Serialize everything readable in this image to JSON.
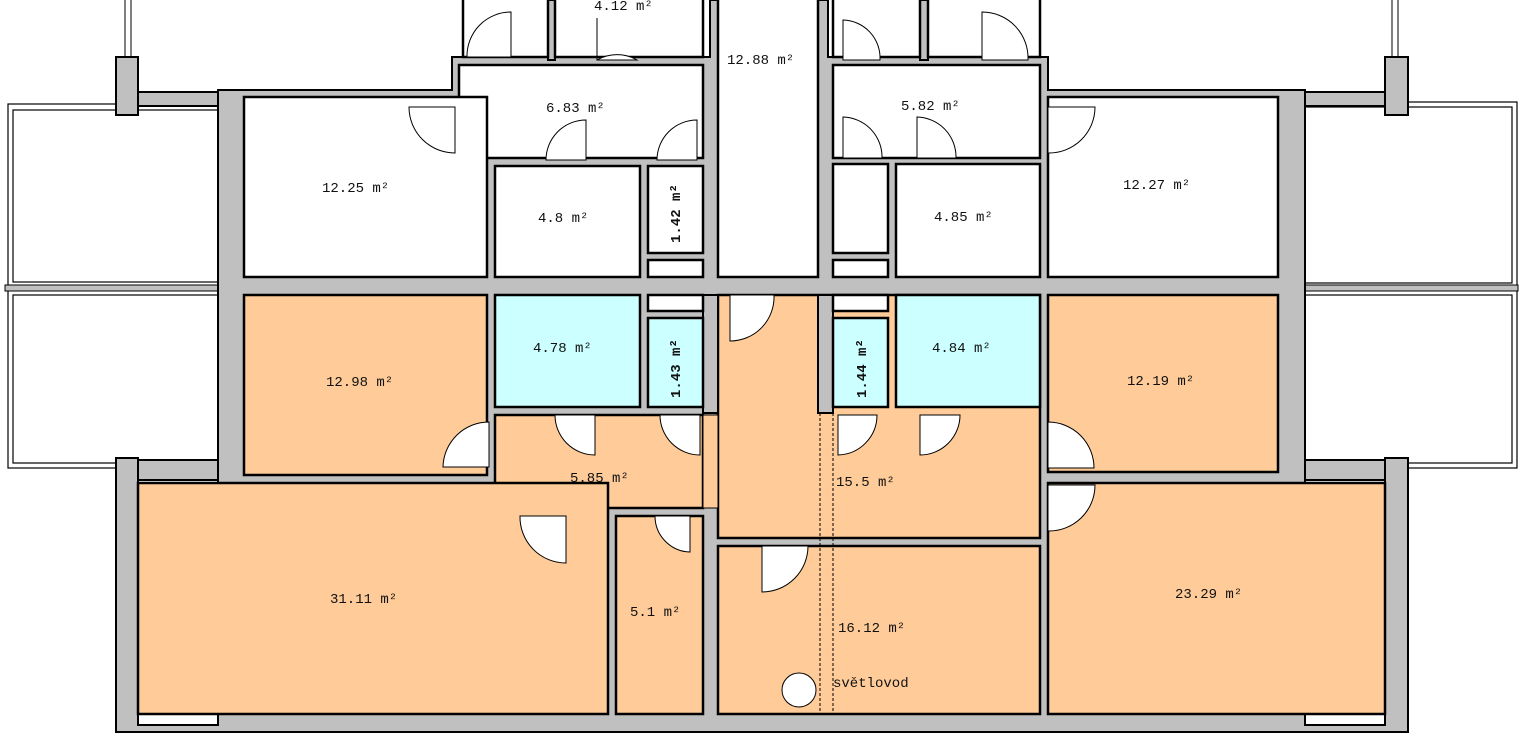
{
  "colors": {
    "wall": "#c0c0c0",
    "room_plain": "#ffffff",
    "room_orange": "#ffcc99",
    "room_cyan": "#ccffff"
  },
  "rooms": {
    "r_4_12": "4.12 m²",
    "r_12_88": "12.88 m²",
    "r_6_83": "6.83 m²",
    "r_5_82": "5.82 m²",
    "r_12_25": "12.25 m²",
    "r_4_8": "4.8 m²",
    "r_1_42": "1.42 m²",
    "r_4_85": "4.85 m²",
    "r_12_27": "12.27 m²",
    "r_12_98": "12.98 m²",
    "r_4_78": "4.78 m²",
    "r_1_43": "1.43 m²",
    "r_1_44": "1.44 m²",
    "r_4_84": "4.84 m²",
    "r_12_19": "12.19 m²",
    "r_5_85": "5.85 m²",
    "r_15_5": "15.5 m²",
    "r_31_11": "31.11 m²",
    "r_5_1": "5.1 m²",
    "r_16_12": "16.12 m²",
    "r_23_29": "23.29 m²"
  },
  "annotations": {
    "light_tube": "světlovod"
  }
}
